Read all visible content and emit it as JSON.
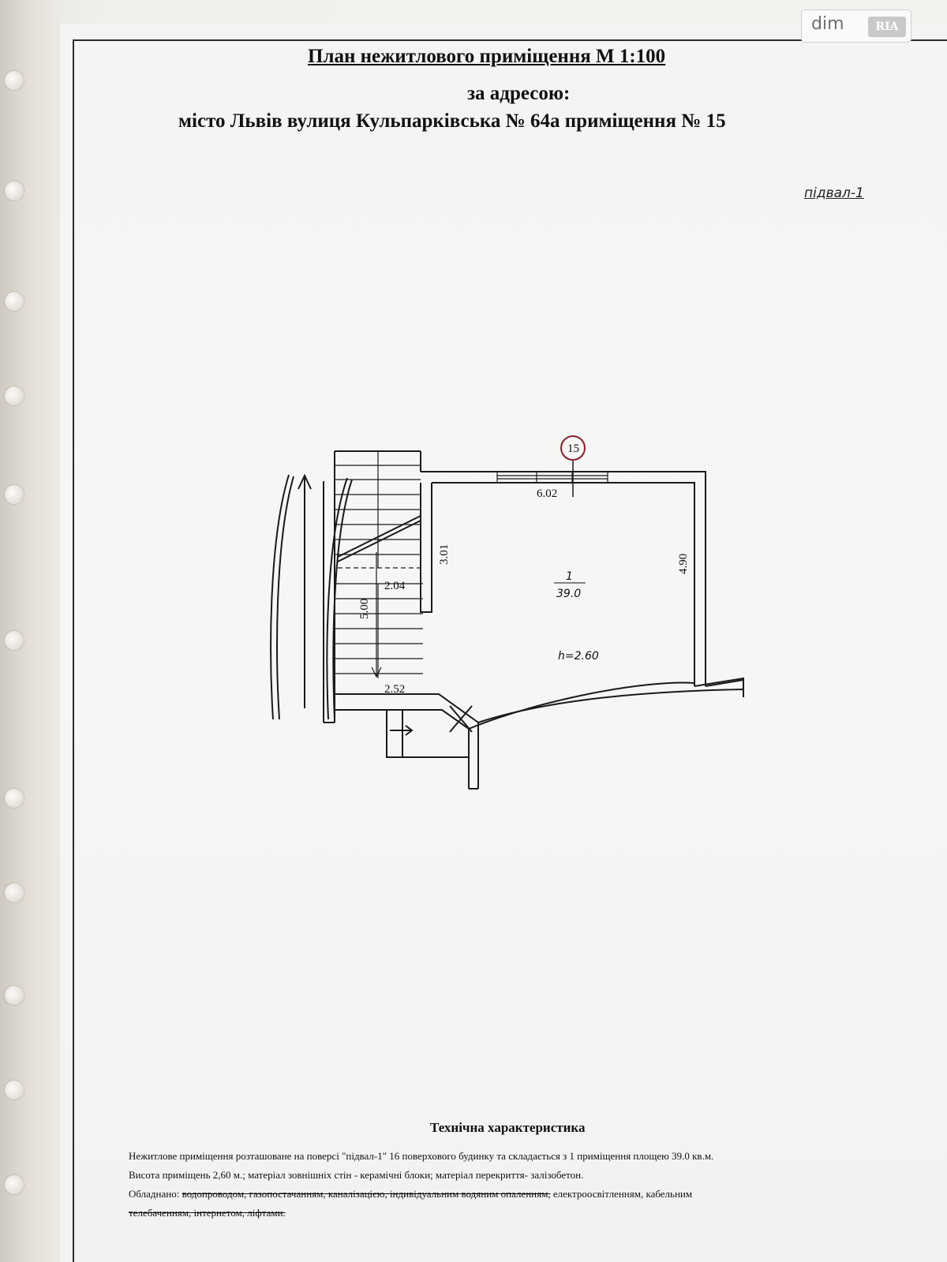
{
  "logo": {
    "dim": "dim",
    "ria": "RIA"
  },
  "header": {
    "title": "План нежитлового приміщення М 1:100",
    "subtitle": "за адресою:",
    "address": "місто Львів вулиця Кульпарківська № 64а приміщення № 15"
  },
  "floor_label": "підвал-1",
  "plan": {
    "unit_marker": "15",
    "dims": {
      "top_width": "6.02",
      "right_height": "4.90",
      "inner_wall": "3.01",
      "stair_width": "2.04",
      "stair_length": "5.00",
      "bottom_width": "2.52"
    },
    "room": {
      "number": "1",
      "area": "39.0",
      "height": "h=2.60"
    }
  },
  "tech": {
    "heading": "Технічна характеристика",
    "line1": "Нежитлове приміщення розташоване на поверсі \"підвал-1\" 16 поверхового будинку та складається з 1 приміщення площею 39.0 кв.м.",
    "line2": "Висота приміщень 2,60 м.; матеріал зовнішніх стін - керамічні блоки; матеріал перекриття- залізобетон.",
    "line3_prefix": "Обладнано: ",
    "line3_struck": "водопроводом, газопостачанням, каналізацією, індивідуальним водяним опаленням,",
    "line3_plain": " електроосвітленням, кабельним",
    "line4_struck": "телебаченням, інтернетом, ліфтами."
  }
}
